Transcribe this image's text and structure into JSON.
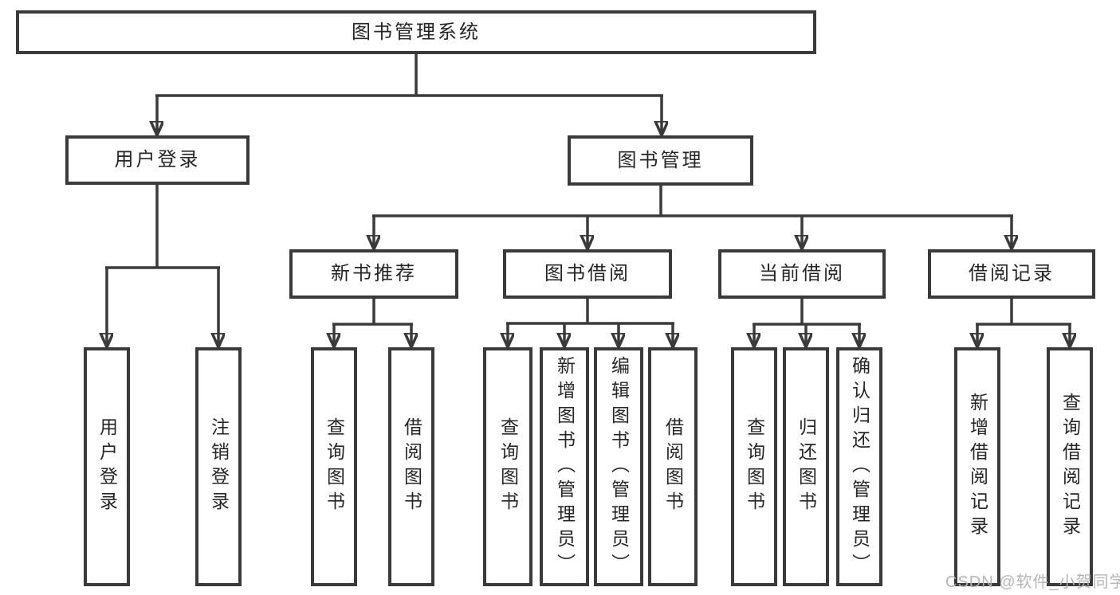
{
  "tree": {
    "root": {
      "label": "图书管理系统"
    },
    "user_login": {
      "label": "用户登录",
      "children": [
        {
          "label": "用户登录"
        },
        {
          "label": "注销登录"
        }
      ]
    },
    "book_management": {
      "label": "图书管理",
      "children": [
        {
          "label": "新书推荐",
          "children": [
            {
              "label": "查询图书"
            },
            {
              "label": "借阅图书"
            }
          ]
        },
        {
          "label": "图书借阅",
          "children": [
            {
              "label": "查询图书"
            },
            {
              "label": "新增图书（管理员）"
            },
            {
              "label": "编辑图书（管理员）"
            },
            {
              "label": "借阅图书"
            }
          ]
        },
        {
          "label": "当前借阅",
          "children": [
            {
              "label": "查询图书"
            },
            {
              "label": "归还图书"
            },
            {
              "label": "确认归还（管理员）"
            }
          ]
        },
        {
          "label": "借阅记录",
          "children": [
            {
              "label": "新增借阅记录"
            },
            {
              "label": "查询借阅记录"
            }
          ]
        }
      ]
    }
  },
  "watermark": {
    "text": "CSDN @软件_小贺同学"
  },
  "colors": {
    "line": "#3a3a3a",
    "text": "#262626",
    "watermark": "#b3b3b3",
    "background": "#ffffff"
  }
}
